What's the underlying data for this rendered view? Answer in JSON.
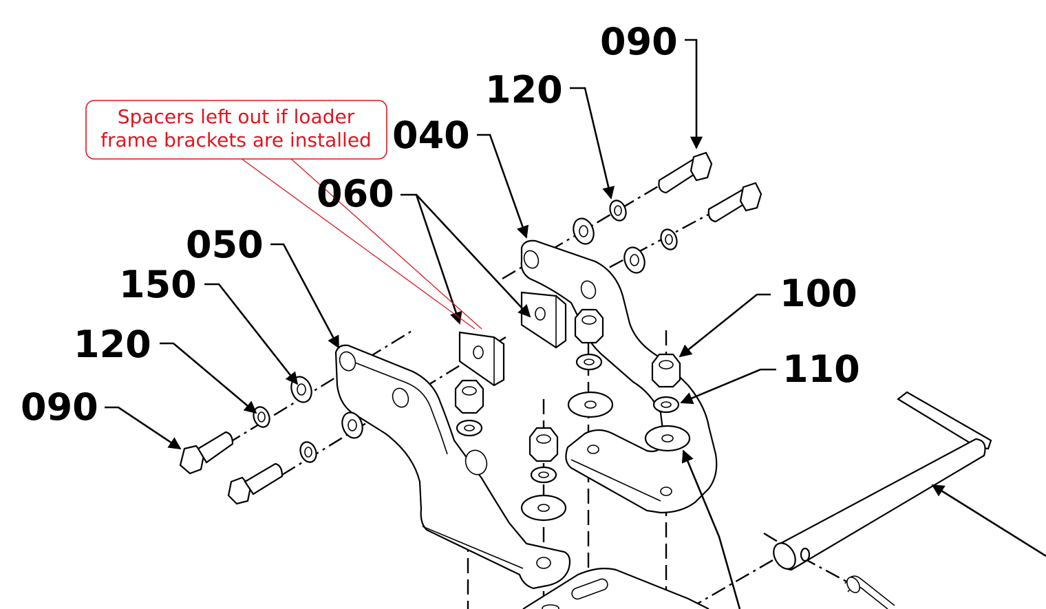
{
  "note": {
    "line1": "Spacers left out if loader",
    "line2": "frame brackets are installed",
    "color": "#e0141e"
  },
  "callouts": {
    "bolt_right": "090",
    "lock_washer_right": "120",
    "bracket_right": "040",
    "spacer": "060",
    "bracket_left": "050",
    "flat_washer_left": "150",
    "lock_washer_left": "120",
    "bolt_left": "090",
    "nut": "100",
    "washer": "110"
  }
}
